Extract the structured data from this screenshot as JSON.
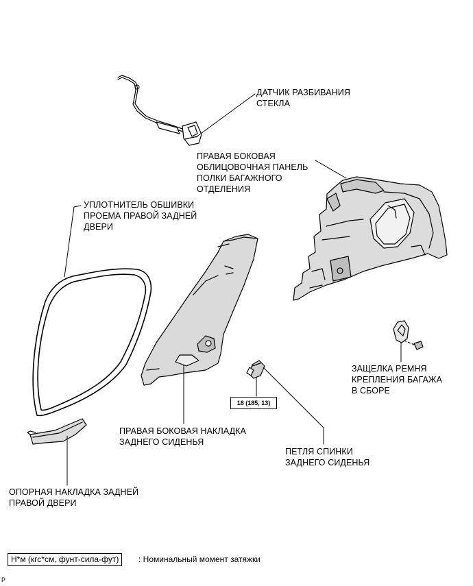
{
  "labels": {
    "glass_break_sensor": [
      "ДАТЧИК РАЗБИВАНИЯ",
      "СТЕКЛА"
    ],
    "luggage_side_trim": [
      "ПРАВАЯ БОКОВАЯ",
      "ОБЛИЦОВОЧНАЯ ПАНЕЛЬ",
      "ПОЛКИ БАГАЖНОГО",
      "ОТДЕЛЕНИЯ"
    ],
    "door_weatherstrip": [
      "УПЛОТНИТЕЛЬ ОБШИВКИ",
      "ПРОЕМА ПРАВОЙ ЗАДНЕЙ",
      "ДВЕРИ"
    ],
    "seat_side_garnish": [
      "ПРАВАЯ БОКОВАЯ НАКЛАДКА",
      "ЗАДНЕГО СИДЕНЬЯ"
    ],
    "door_scuff_plate": [
      "ОПОРНАЯ НАКЛАДКА ЗАДНЕЙ",
      "ПРАВОЙ ДВЕРИ"
    ],
    "seatback_hinge": [
      "ПЕТЛЯ СПИНКИ",
      "ЗАДНЕГО СИДЕНЬЯ"
    ],
    "cargo_belt_latch": [
      "ЗАЩЕЛКА РЕМНЯ",
      "КРЕПЛЕНИЯ БАГАЖА",
      "В СБОРЕ"
    ]
  },
  "torque_spec": "18 (185, 13)",
  "legend": {
    "units": "Н*м (кгс*см, фунт-сила-фут)",
    "description": ": Номинальный момент затяжки"
  },
  "corner_mark": "P"
}
